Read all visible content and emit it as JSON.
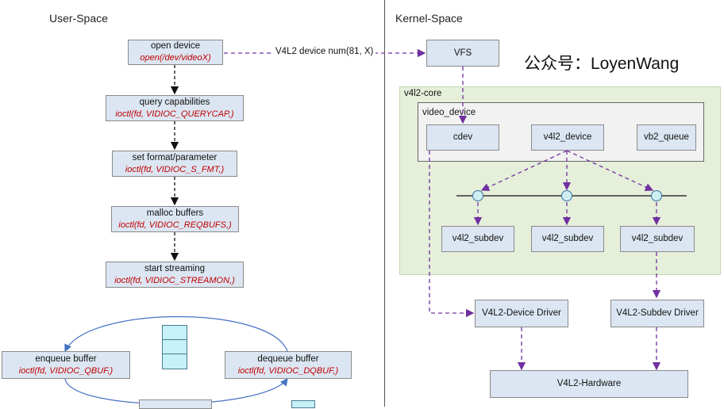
{
  "user_space": {
    "title": "User-Space",
    "steps": [
      {
        "label": "open device",
        "call": "open(/dev/videoX)"
      },
      {
        "label": "query capabilities",
        "call": "ioctl(fd, VIDIOC_QUERYCAP,)"
      },
      {
        "label": "set format/parameter",
        "call": "ioctl(fd, VIDIOC_S_FMT,)"
      },
      {
        "label": "malloc buffers",
        "call": "ioctl(fd, VIDIOC_REQBUFS,)"
      },
      {
        "label": "start streaming",
        "call": "ioctl(fd, VIDIOC_STREAMON,)"
      }
    ],
    "enqueue": {
      "label": "enqueue buffer",
      "call": "ioctl(fd, VIDIOC_QBUF,)"
    },
    "dequeue": {
      "label": "dequeue buffer",
      "call": "ioctl(fd, VIDIOC_DQBUF,)"
    }
  },
  "kernel_space": {
    "title": "Kernel-Space",
    "device_link_label": "V4L2 device num(81, X)",
    "vfs": "VFS",
    "core_label": "v4l2-core",
    "video_device_label": "video_device",
    "cdev": "cdev",
    "v4l2_device": "v4l2_device",
    "vb2_queue": "vb2_queue",
    "subdevs": [
      "v4l2_subdev",
      "v4l2_subdev",
      "v4l2_subdev"
    ],
    "device_driver": "V4L2-Device Driver",
    "subdev_driver": "V4L2-Subdev Driver",
    "hardware": "V4L2-Hardware"
  },
  "watermark": "公众号：LoyenWang",
  "colors": {
    "box_fill": "#dce6f2",
    "call_text": "#c00000",
    "kernel_arrow": "#7030a0",
    "user_arrow": "#111111",
    "core_panel": "#e5efda",
    "queue_fill": "#c5f2f8"
  }
}
